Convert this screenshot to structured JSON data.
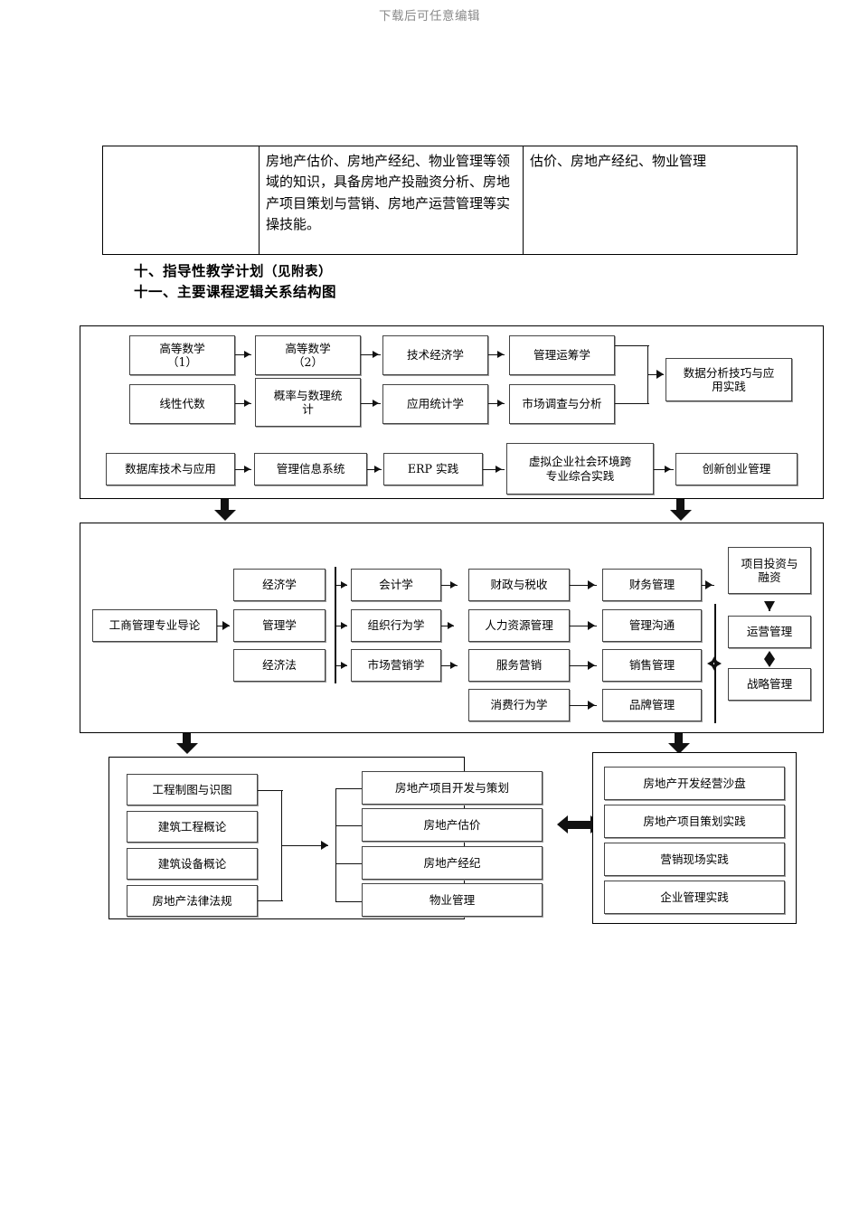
{
  "header": {
    "watermark": "下载后可任意编辑"
  },
  "table": {
    "rows": [
      {
        "col1": "",
        "col2": "房地产估价、房地产经纪、物业管理等领域的知识，具备房地产投融资分析、房地产项目策划与营销、房地产运营管理等实操技能。",
        "col3": "估价、房地产经纪、物业管理"
      }
    ]
  },
  "headings": {
    "item10_number": "十、指导性教学计划",
    "item10_note": "（见附表）",
    "item11": "十一、主要课程逻辑关系结构图"
  },
  "diagram": {
    "block1": {
      "nodes": {
        "gaodeng1": "高等数学\n（1）",
        "gaodeng2": "高等数学\n（2）",
        "jishujingji": "技术经济学",
        "guanliyunchou": "管理运筹学",
        "shujufenxi": "数据分析技巧与应\n用实践",
        "xianxingdaishu": "线性代数",
        "gailv": "概率与数理统\n计",
        "yingyongtongji": "应用统计学",
        "shichangdiaocha": "市场调查与分析",
        "shujuku": "数据库技术与应用",
        "guanlixinxi": "管理信息系统",
        "erp": "ERP 实践",
        "xuni": "虚拟企业社会环境跨\n专业综合实践",
        "chuangxin": "创新创业管理"
      }
    },
    "block2": {
      "nodes": {
        "daolun": "工商管理专业导论",
        "jingjixue": "经济学",
        "guanlixue": "管理学",
        "jingjifa": "经济法",
        "kuaijixue": "会计学",
        "zuzhixingwei": "组织行为学",
        "shichangyingxiao": "市场营销学",
        "caizheng": "财政与税收",
        "renliziyuan": "人力资源管理",
        "fuwuyingxiao": "服务营销",
        "xiaofeixingwei": "消费行为学",
        "caiwuguanli": "财务管理",
        "guanligoutong": "管理沟通",
        "xiaoshouguanli": "销售管理",
        "pinpaiguanli": "品牌管理",
        "xiangmutouzi": "项目投资与\n融资",
        "yunyingguanli": "运营管理",
        "zhanlueguanli": "战略管理"
      }
    },
    "block3": {
      "nodes": {
        "gongchengzhitu": "工程制图与识图",
        "jianzhugongcheng": "建筑工程概论",
        "jianzhushebei": "建筑设备概论",
        "fadichanfalv": "房地产法律法规",
        "xiangmukaifa": "房地产项目开发与策划",
        "fadichangujia": "房地产估价",
        "fadichanjingji": "房地产经纪",
        "wuyeguanli": "物业管理"
      }
    },
    "block4": {
      "nodes": {
        "shapan": "房地产开发经营沙盘",
        "cehuashijian": "房地产项目策划实践",
        "yingxiaoxianchang": "营销现场实践",
        "qiyeguanli": "企业管理实践"
      }
    }
  }
}
